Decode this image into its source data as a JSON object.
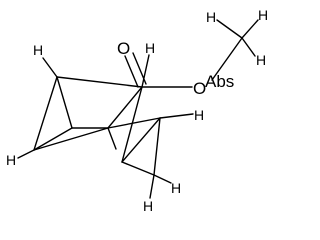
{
  "molecule": {
    "atom_labels": {
      "oxygen_carbonyl": "O",
      "oxygen_ester": "O",
      "abs_stereo": "Abs"
    },
    "hydrogens": [
      "H",
      "H",
      "H",
      "H",
      "H",
      "H",
      "H",
      "H",
      "H"
    ]
  }
}
